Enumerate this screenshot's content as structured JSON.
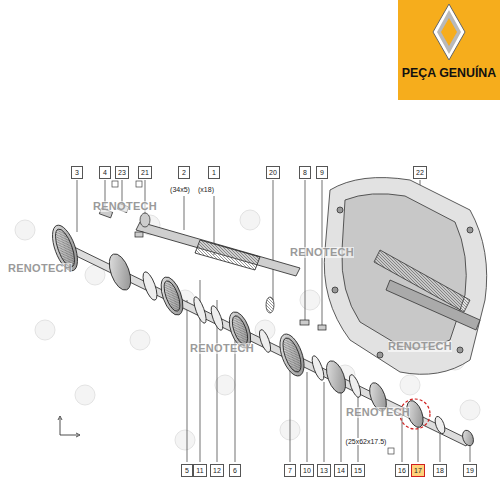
{
  "diagram": {
    "nodes": [
      {
        "text": [
          "PEÇA GENUÍNA"
        ]
      }
    ],
    "labels": [
      "3",
      "4",
      "23",
      "21",
      "2",
      "(34x5)",
      "(x18)",
      "1",
      "20",
      "8",
      "9",
      "22",
      "RENOTECH",
      "RENOTECH",
      "RENOTECH",
      "RENOTECH",
      "RENOTECH",
      "RENOTECH",
      "5",
      "11",
      "12",
      "6",
      "7",
      "10",
      "13",
      "14",
      "15",
      "16",
      "17",
      "18",
      "19",
      "(25x62x17.5)"
    ]
  }
}
